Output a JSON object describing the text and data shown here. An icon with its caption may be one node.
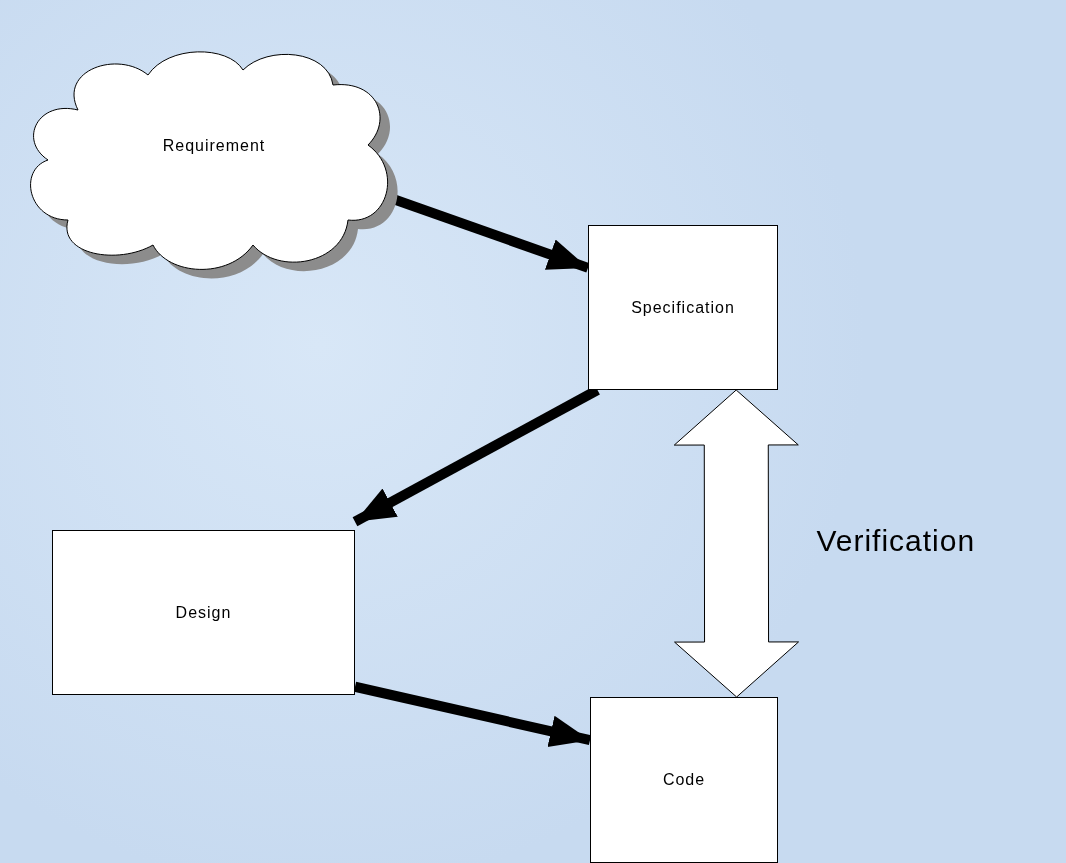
{
  "diagram": {
    "nodes": [
      {
        "text": [
          "Requirement"
        ]
      },
      {
        "text": [
          "Specification"
        ]
      },
      {
        "text": [
          "Design"
        ]
      },
      {
        "text": [
          "Code"
        ]
      }
    ],
    "edges": [
      {
        "from": 0,
        "to": 1,
        "arrow": "to"
      },
      {
        "from": 1,
        "to": 2,
        "arrow": "to"
      },
      {
        "from": 2,
        "to": 3,
        "arrow": "to"
      },
      {
        "from": 1,
        "to": 3,
        "arrow": "both",
        "style": "thick",
        "label": "Verification"
      }
    ]
  }
}
